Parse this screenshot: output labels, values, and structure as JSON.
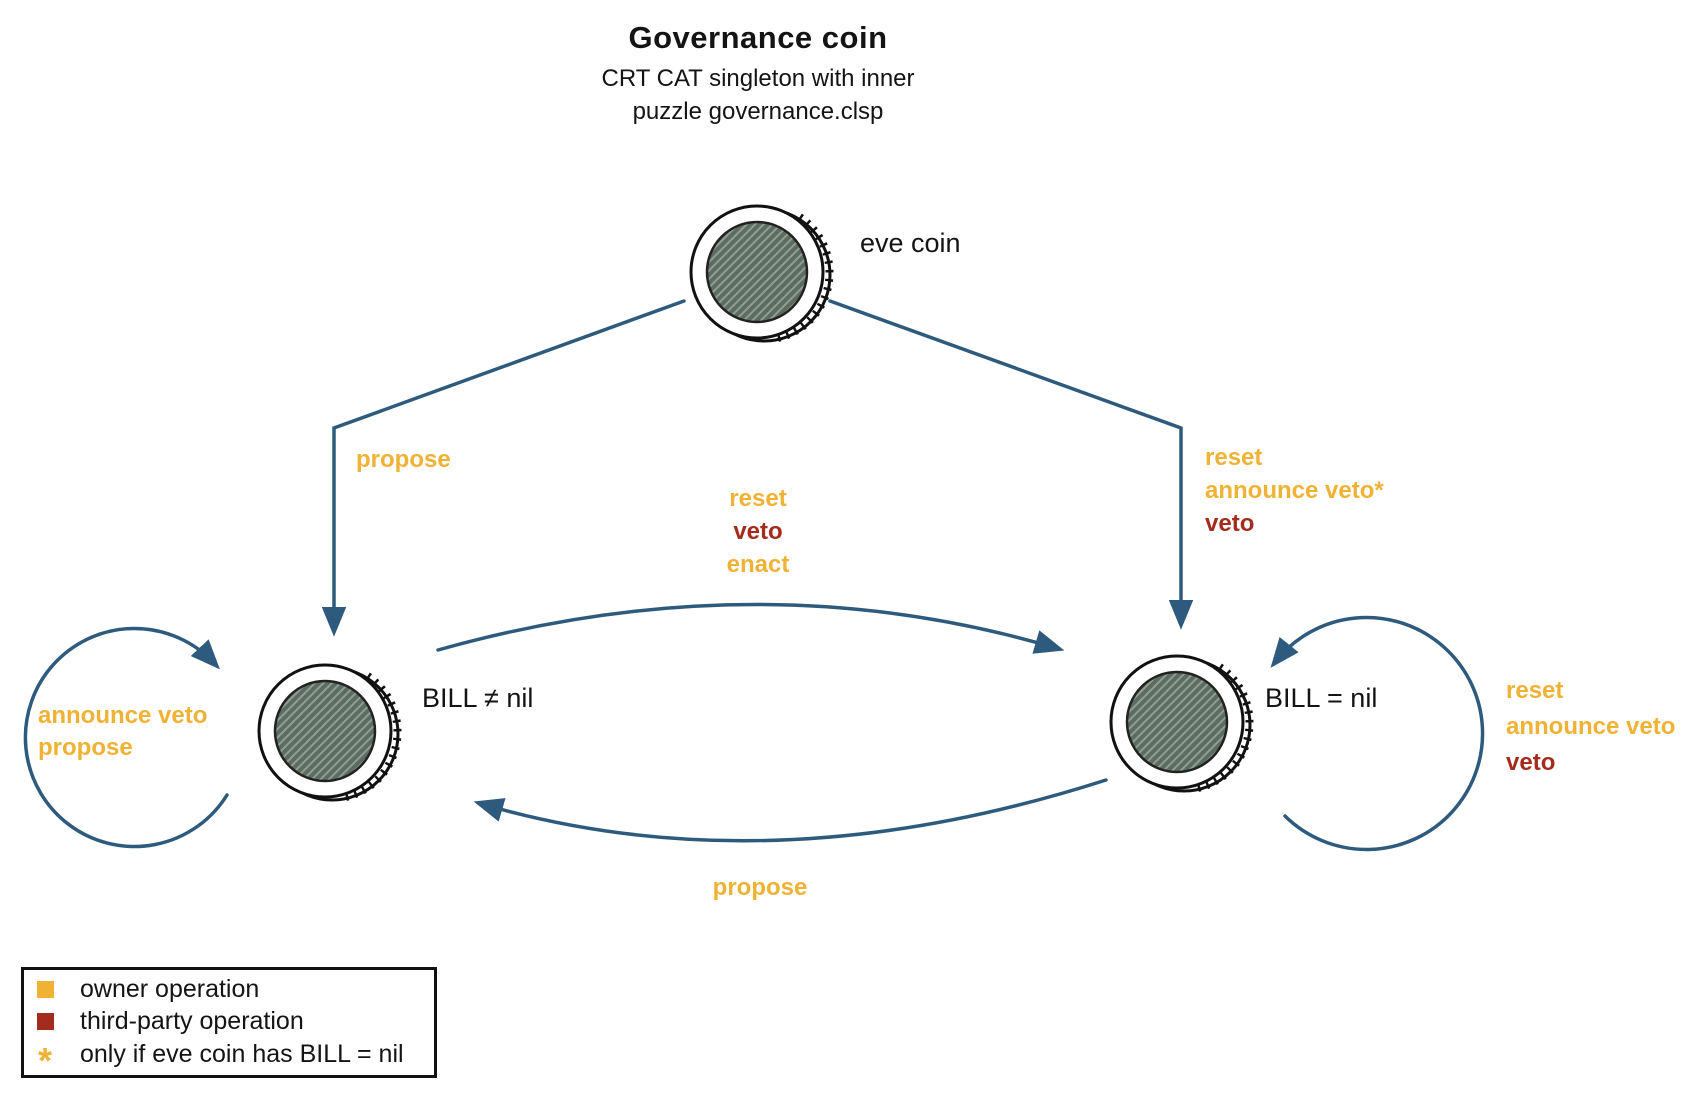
{
  "colors": {
    "arrow_blue": "#2e5b7d",
    "owner_gold": "#efb235",
    "third_party_red": "#a42c1c",
    "coin_face": "#5b6c61",
    "ink": "#141414"
  },
  "header": {
    "title": "Governance coin",
    "subtitle_line1": "CRT CAT singleton with inner",
    "subtitle_line2": "puzzle governance.clsp"
  },
  "nodes": {
    "eve": {
      "label": "eve coin"
    },
    "bill_not_nil": {
      "label": "BILL ≠ nil"
    },
    "bill_nil": {
      "label": "BILL = nil"
    }
  },
  "edges": {
    "eve_to_bill_not_nil": {
      "labels": [
        {
          "text": "propose",
          "type": "owner"
        }
      ]
    },
    "eve_to_bill_nil": {
      "labels": [
        {
          "text": "reset",
          "type": "owner"
        },
        {
          "text": "announce veto*",
          "type": "owner"
        },
        {
          "text": "veto",
          "type": "third_party"
        }
      ]
    },
    "bill_not_nil_to_bill_nil": {
      "labels": [
        {
          "text": "reset",
          "type": "owner"
        },
        {
          "text": "veto",
          "type": "third_party"
        },
        {
          "text": "enact",
          "type": "owner"
        }
      ]
    },
    "bill_nil_to_bill_not_nil": {
      "labels": [
        {
          "text": "propose",
          "type": "owner"
        }
      ]
    },
    "bill_not_nil_self_loop": {
      "labels": [
        {
          "text": "announce veto",
          "type": "owner"
        },
        {
          "text": "propose",
          "type": "owner"
        }
      ]
    },
    "bill_nil_self_loop": {
      "labels": [
        {
          "text": "reset",
          "type": "owner"
        },
        {
          "text": "announce veto",
          "type": "owner"
        },
        {
          "text": "veto",
          "type": "third_party"
        }
      ]
    }
  },
  "legend": {
    "items": [
      {
        "marker": "square",
        "type": "owner",
        "label": "owner operation"
      },
      {
        "marker": "square",
        "type": "third_party",
        "label": "third-party operation"
      },
      {
        "marker": "asterisk",
        "type": "owner",
        "label": "only if eve coin has BILL = nil"
      }
    ]
  }
}
